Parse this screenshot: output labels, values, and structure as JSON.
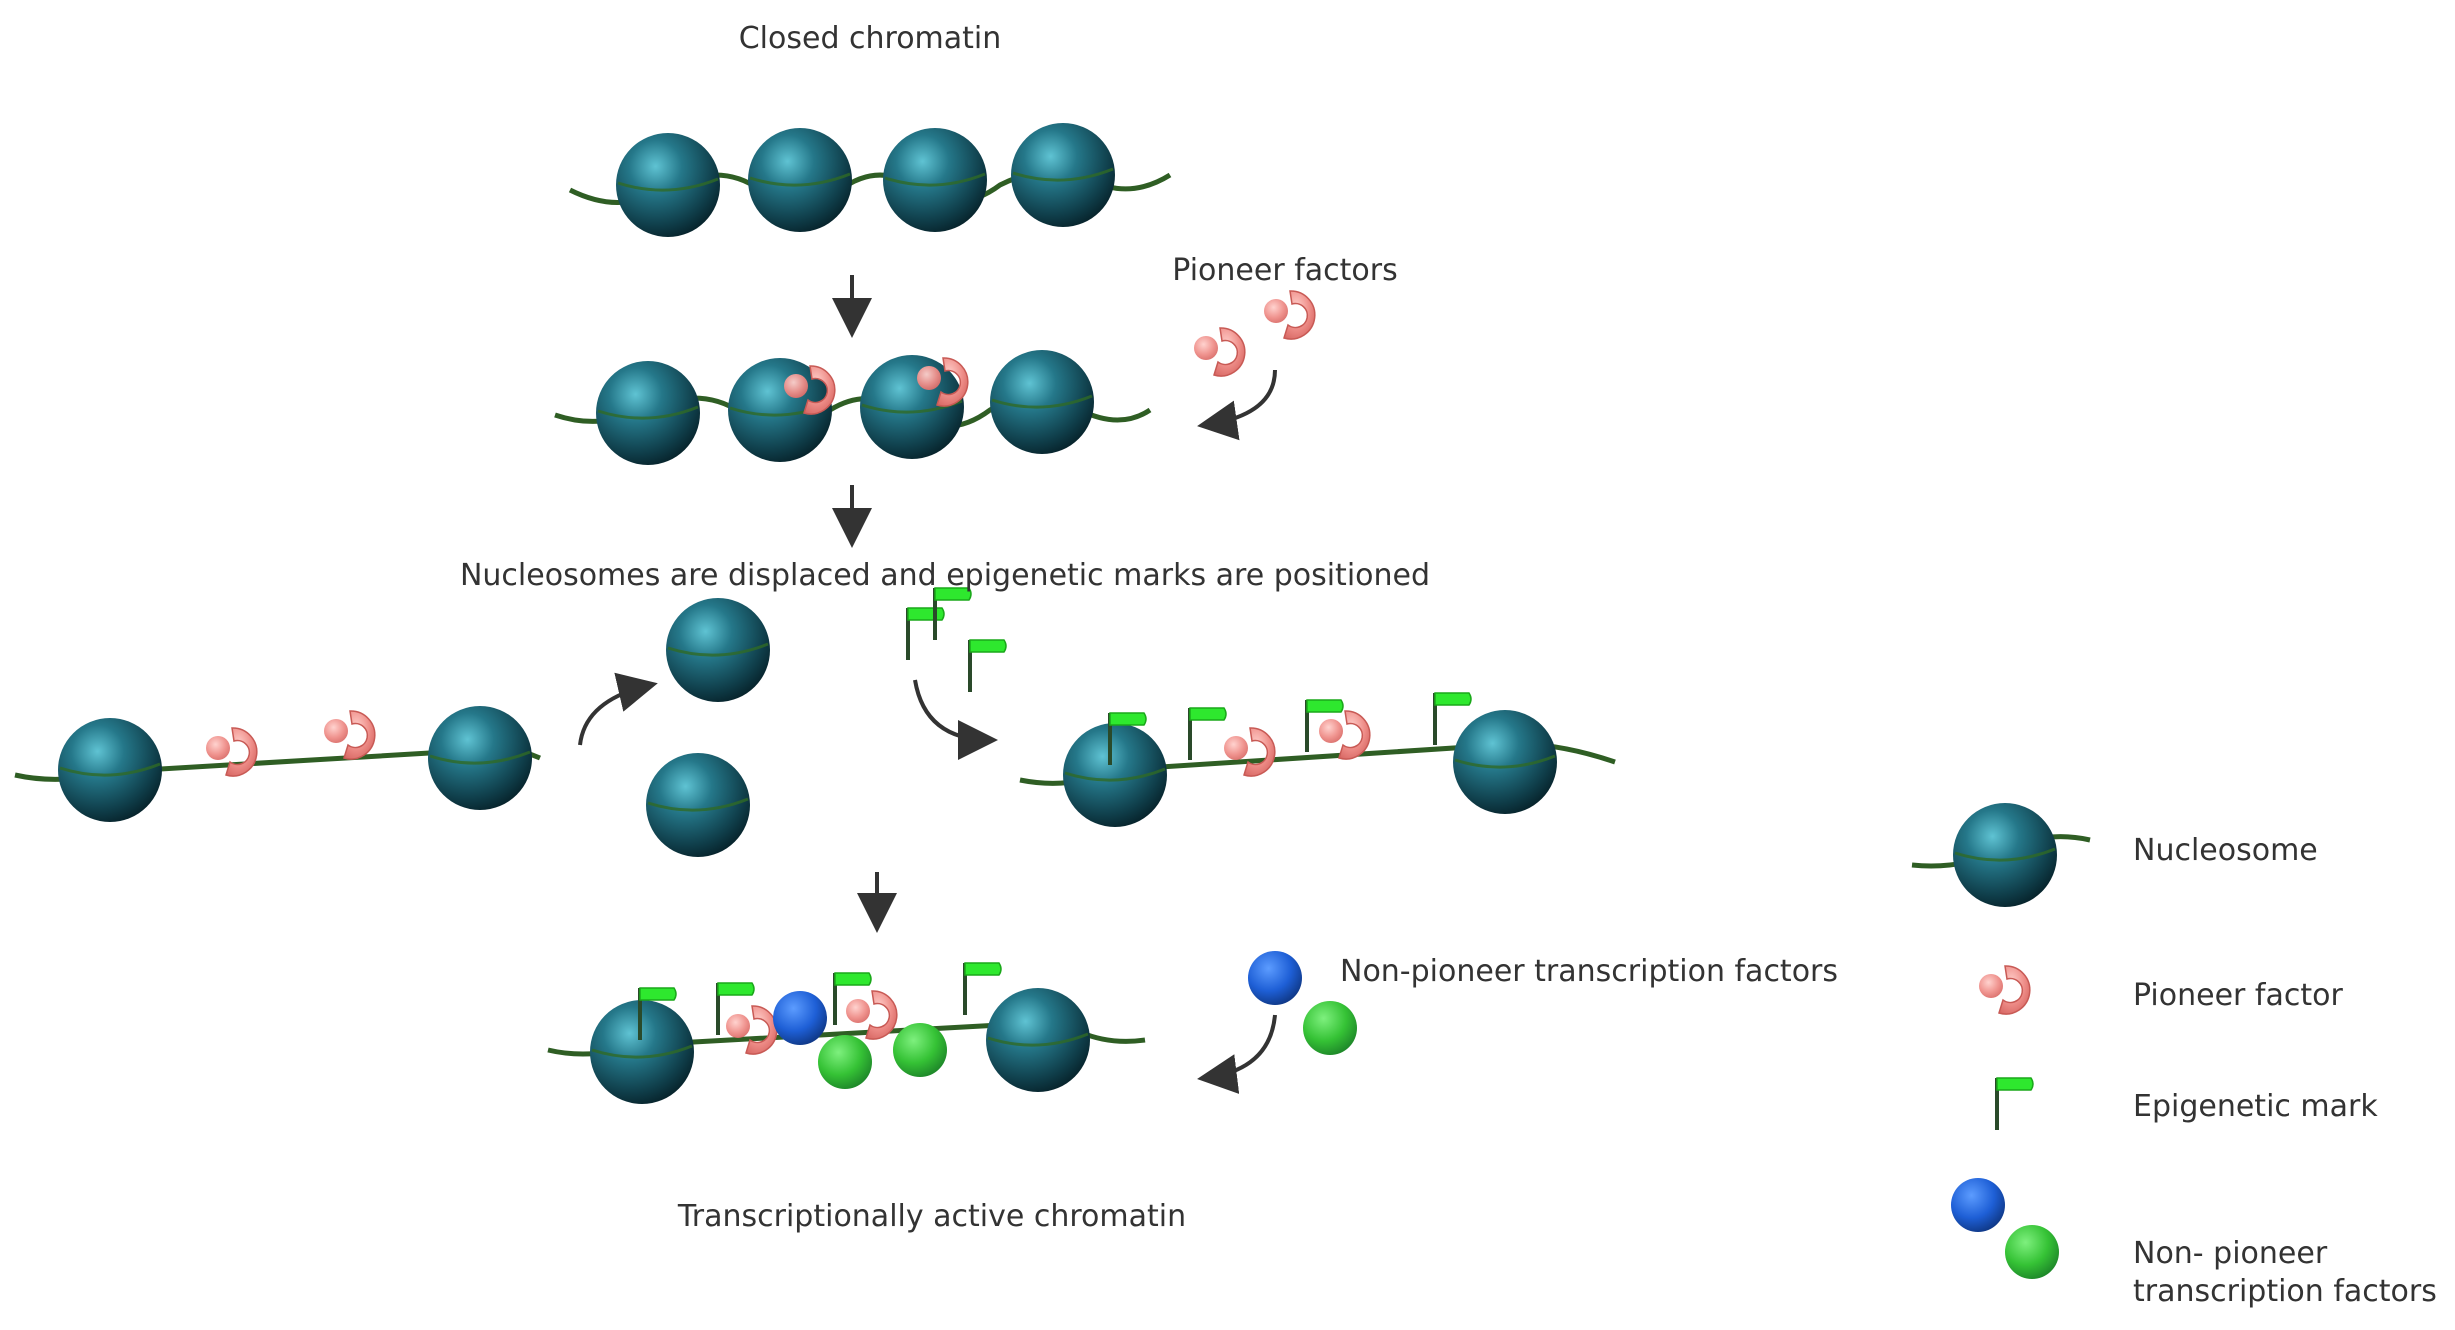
{
  "labels": {
    "closed_chromatin": "Closed chromatin",
    "pioneer_factors": "Pioneer factors",
    "displaced_note": "Nucleosomes are displaced and epigenetic marks are positioned",
    "non_pioneer_tfs": "Non-pioneer transcription factors",
    "active_chromatin": "Transcriptionally active chromatin"
  },
  "legend": {
    "nucleosome": "Nucleosome",
    "pioneer_factor": "Pioneer factor",
    "epigenetic_mark": "Epigenetic mark",
    "non_pioneer_line1": "Non- pioneer",
    "non_pioneer_line2": "transcription factors"
  },
  "colors": {
    "nucleosome": "#1f6d7e",
    "dna": "#2f5e24",
    "pioneer": "#ef8f8a",
    "mark": "#2ee82e",
    "tf_blue": "#2060d8",
    "tf_green": "#3cc83c",
    "arrow": "#333333"
  }
}
